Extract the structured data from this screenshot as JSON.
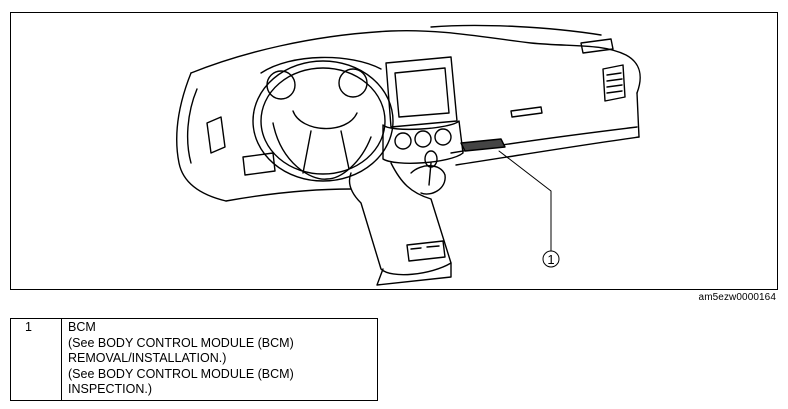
{
  "figure": {
    "image_id": "am5ezw0000164",
    "callouts": [
      "1"
    ]
  },
  "legend": {
    "rows": [
      {
        "number": "1",
        "lines": [
          "BCM",
          "(See BODY CONTROL MODULE (BCM)",
          "REMOVAL/INSTALLATION.)",
          "(See BODY CONTROL MODULE (BCM)",
          "INSPECTION.)"
        ]
      }
    ]
  }
}
